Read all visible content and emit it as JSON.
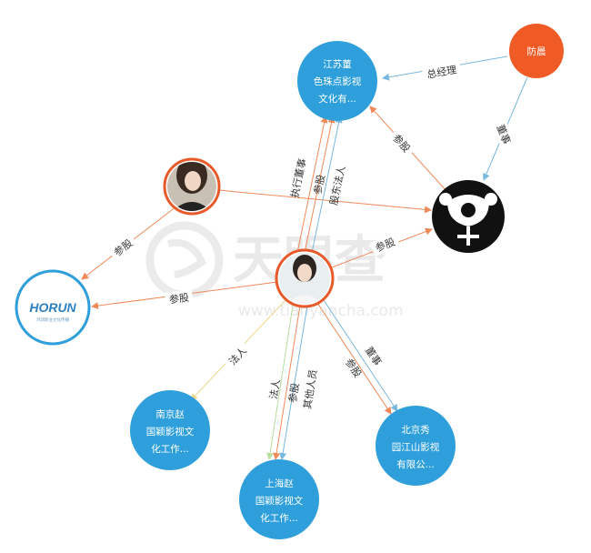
{
  "watermark": {
    "brand": "天眼查",
    "url": "www.tianyancha.com"
  },
  "colors": {
    "company": "#2e9fdb",
    "person": "#f05a24",
    "highlight_ring": "#e85a2a",
    "edge_orange": "#ee8a5a",
    "edge_blue": "#79b8de",
    "edge_green": "#b9dca0",
    "edge_yellow": "#ecd98e"
  },
  "nodes": {
    "jiangsu": {
      "lines": [
        "江苏董",
        "色珠点影视",
        "文化有..."
      ]
    },
    "fang": {
      "lines": [
        "防晨"
      ]
    },
    "person2": {
      "lines": []
    },
    "logo_bear": {
      "lines": []
    },
    "horun": {
      "logo_text": "HORUN",
      "sub_text": "鸿润影业文化传播"
    },
    "person1": {
      "lines": []
    },
    "nanjing": {
      "lines": [
        "南京赵",
        "国颖影视文",
        "化工作..."
      ]
    },
    "shanghai": {
      "lines": [
        "上海赵",
        "国颖影视文",
        "化工作..."
      ]
    },
    "beijing": {
      "lines": [
        "北京秀",
        "园江山影视",
        "有限公..."
      ]
    }
  },
  "edges": [
    {
      "id": "fang-jiangsu",
      "label": "总经理"
    },
    {
      "id": "fang-bear",
      "label": "董事"
    },
    {
      "id": "bear-jiangsu",
      "label": "参股"
    },
    {
      "id": "person2-horun",
      "label": "参股"
    },
    {
      "id": "person2-bear",
      "label": ""
    },
    {
      "id": "person1-bear",
      "label": "参股"
    },
    {
      "id": "person1-horun",
      "label": "参股"
    },
    {
      "id": "person1-jiangsu",
      "labels": [
        "执行董事",
        "参股",
        "股东法人"
      ]
    },
    {
      "id": "person1-nanjing",
      "label": "法人"
    },
    {
      "id": "person1-shanghai",
      "labels": [
        "法人",
        "参股",
        "其他人员"
      ]
    },
    {
      "id": "person1-beijing",
      "labels": [
        "参股",
        "董事"
      ]
    }
  ]
}
